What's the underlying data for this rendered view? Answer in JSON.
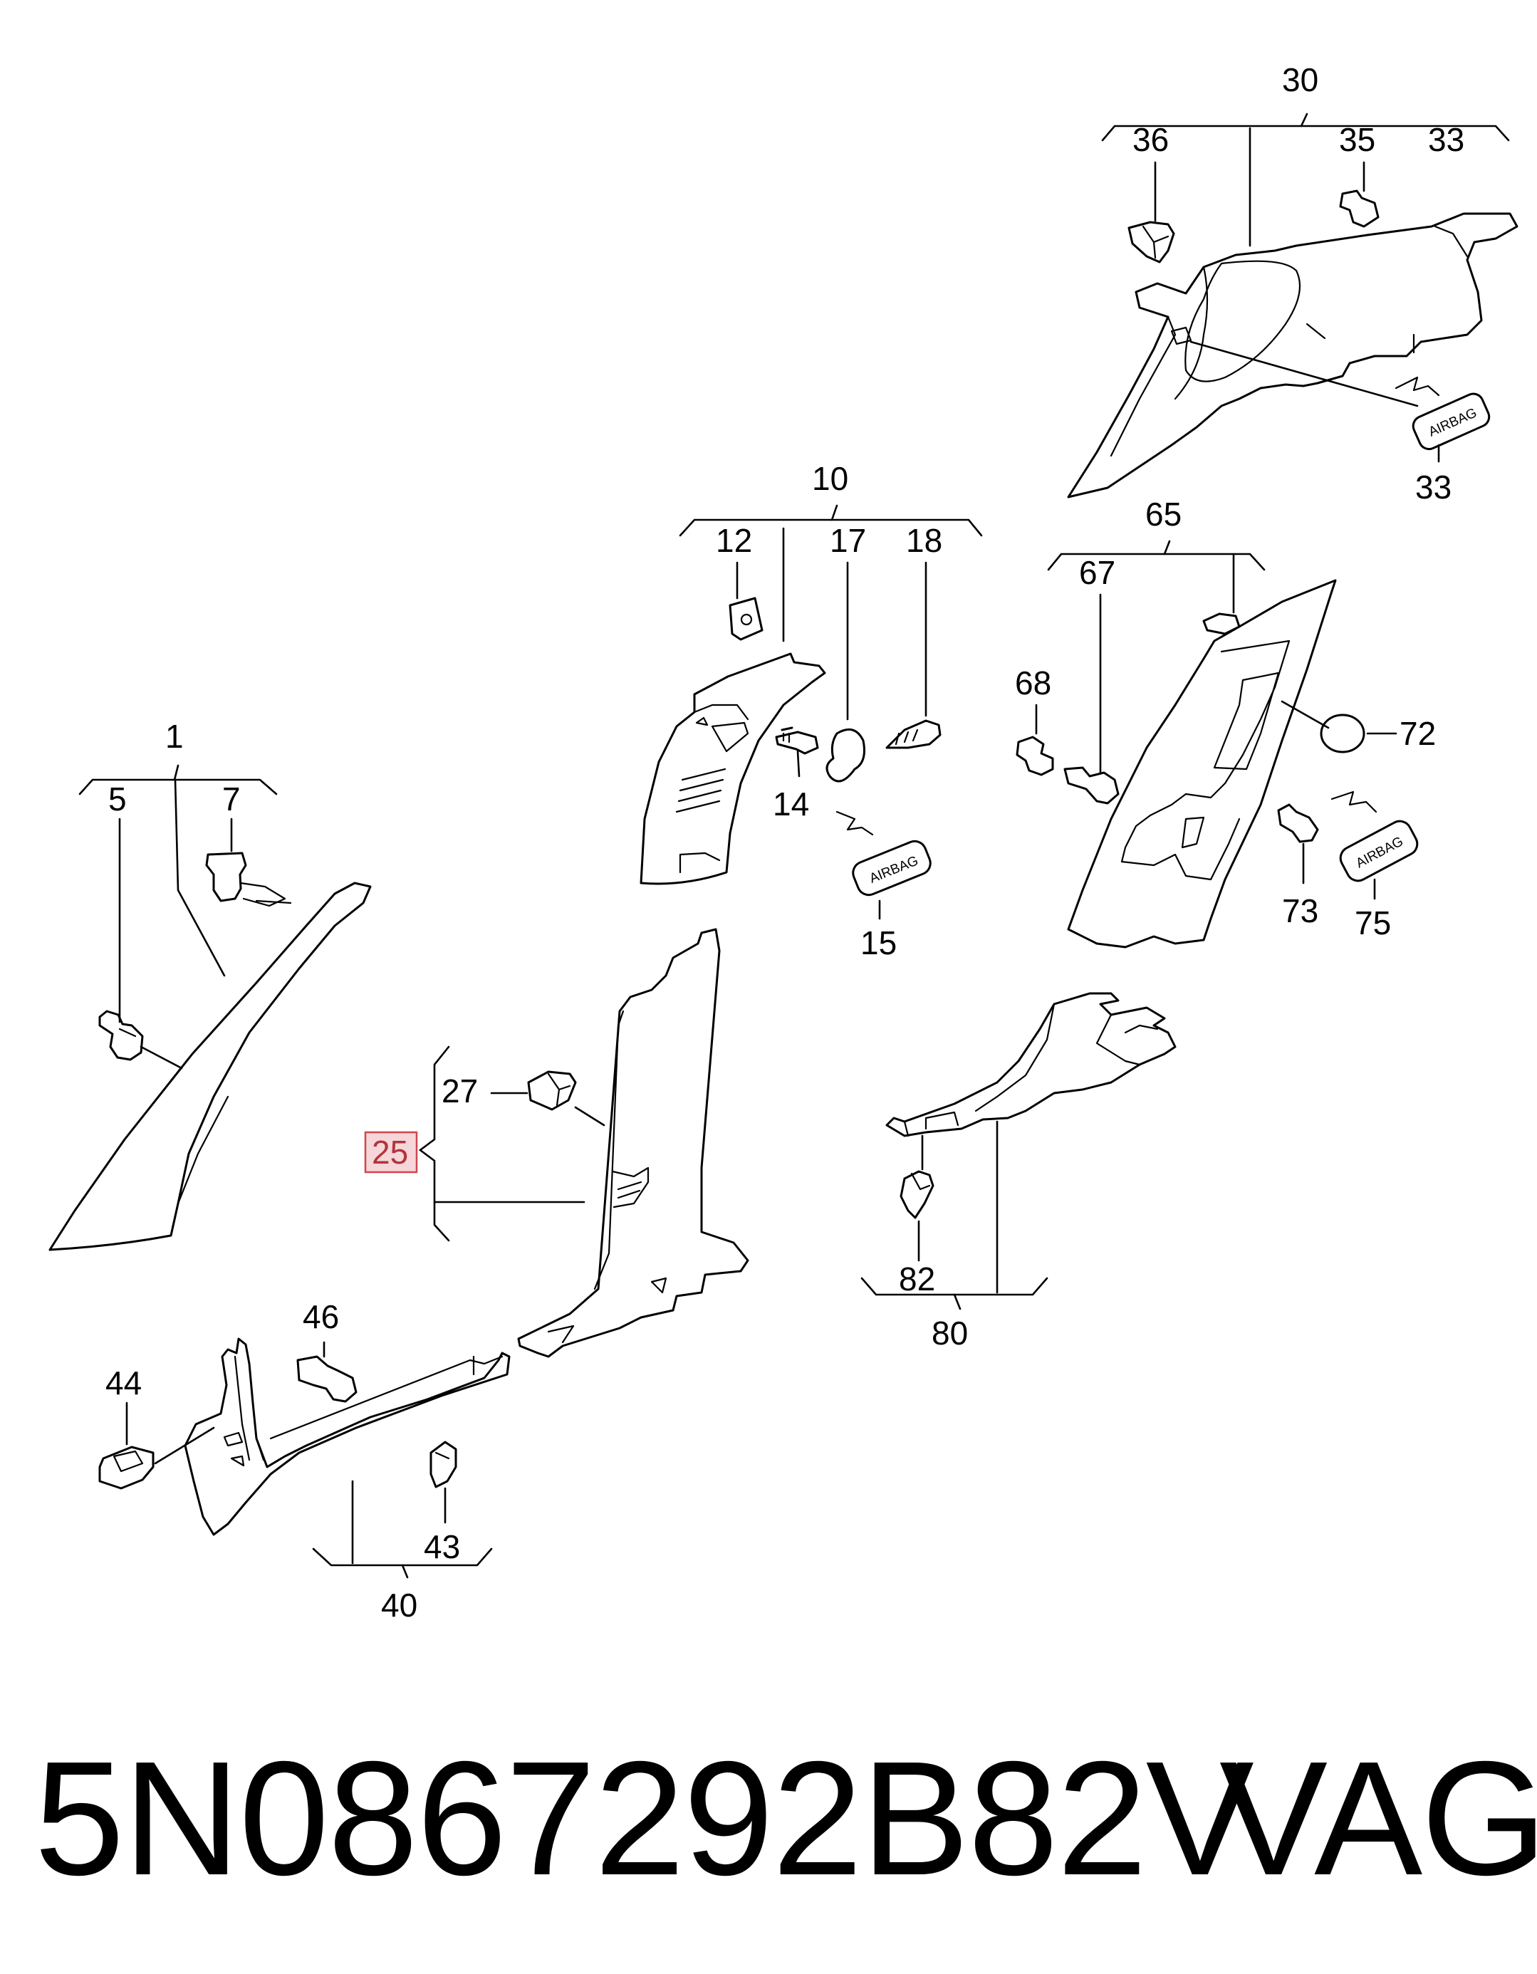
{
  "callouts": {
    "c1": "1",
    "c5": "5",
    "c7": "7",
    "c10": "10",
    "c12": "12",
    "c14": "14",
    "c15": "15",
    "c17": "17",
    "c18": "18",
    "c25": "25",
    "c27": "27",
    "c30": "30",
    "c33a": "33",
    "c33b": "33",
    "c35": "35",
    "c36": "36",
    "c40": "40",
    "c43": "43",
    "c44": "44",
    "c46": "46",
    "c65": "65",
    "c67": "67",
    "c68": "68",
    "c72": "72",
    "c73": "73",
    "c75": "75",
    "c80": "80",
    "c82": "82"
  },
  "badges": {
    "airbag_15": "AIRBAG",
    "airbag_33": "AIRBAG",
    "airbag_75": "AIRBAG"
  },
  "highlight": {
    "callout": "25",
    "fill": "#f6d6d8",
    "stroke": "#d0454d"
  },
  "footer": {
    "part_number": "5N0867292B82V",
    "brand": "VAG"
  }
}
